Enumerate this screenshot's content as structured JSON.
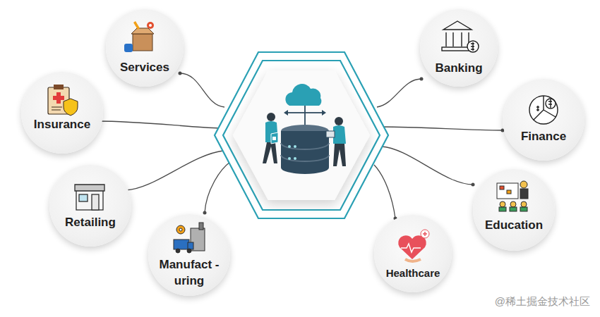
{
  "diagram": {
    "nodes": [
      {
        "text": [
          "Services"
        ]
      },
      {
        "text": [
          "Banking"
        ]
      },
      {
        "text": [
          "Insurance"
        ]
      },
      {
        "text": [
          "Finance"
        ]
      },
      {
        "text": [
          "Retailing"
        ]
      },
      {
        "text": [
          "Education"
        ]
      },
      {
        "text": [
          "Manufact -uring"
        ]
      },
      {
        "text": [
          "Healthcare"
        ]
      }
    ],
    "labels": [
      "@稀土掘金技术社区"
    ]
  }
}
